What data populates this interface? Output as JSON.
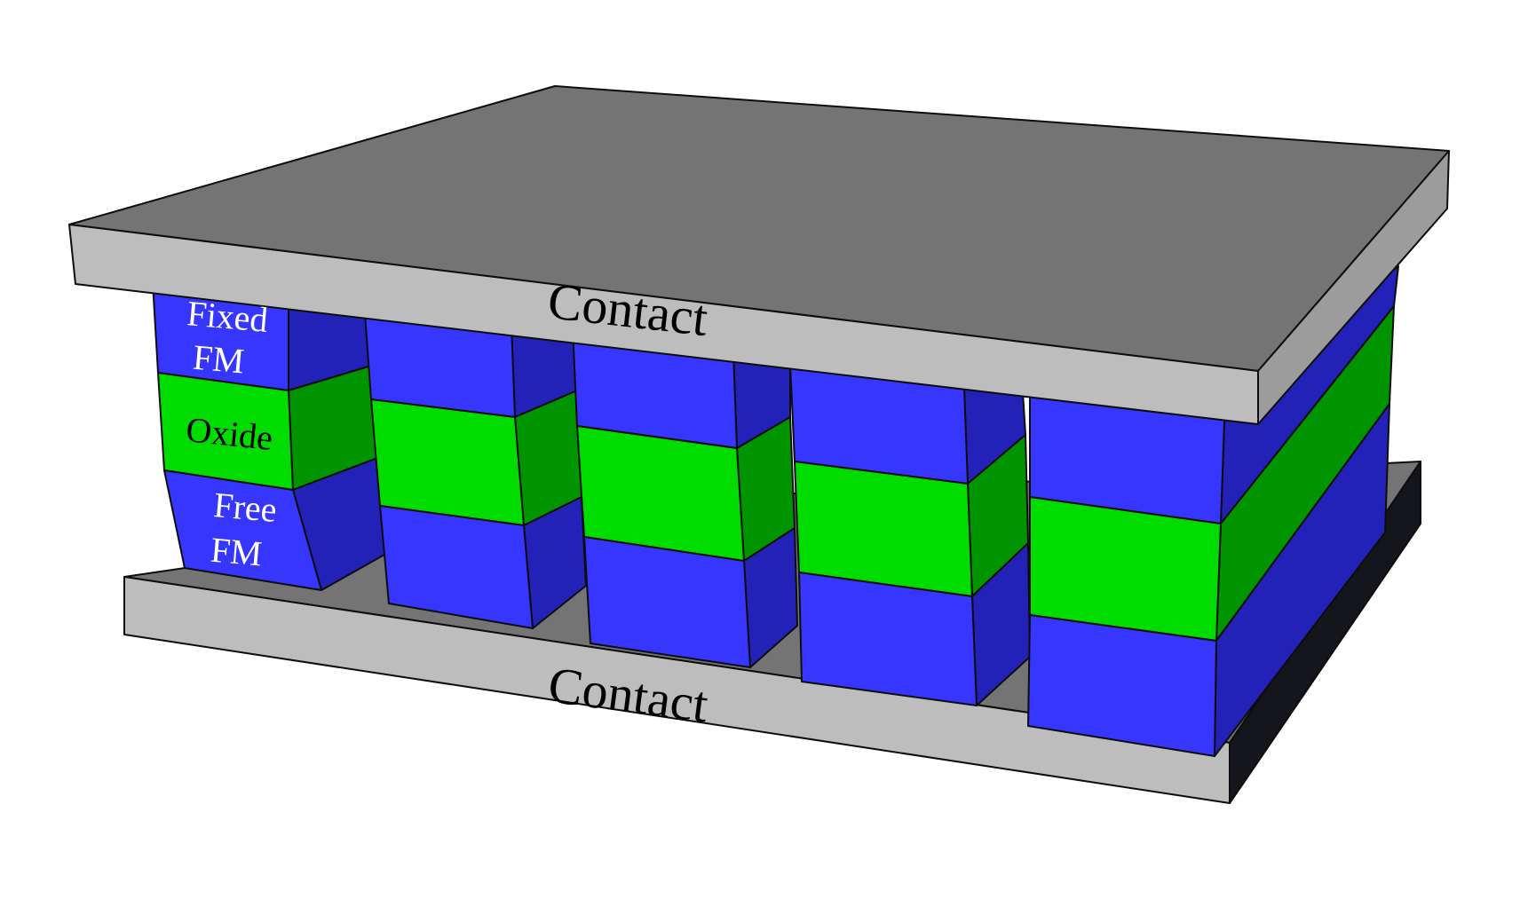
{
  "diagram": {
    "top_contact_label": "Contact",
    "bottom_contact_label": "Contact",
    "fixed_label_line1": "Fixed",
    "fixed_label_line2": "FM",
    "oxide_label": "Oxide",
    "free_label_line1": "Free",
    "free_label_line2": "FM",
    "pillar_count": 5
  },
  "colors": {
    "fm_front": "#3636ff",
    "fm_side": "#2222b8",
    "oxide_front": "#00dc00",
    "oxide_side": "#009400",
    "contact_top": "#747474",
    "contact_front": "#bdbdbd",
    "contact_side": "#9c9c9c",
    "contact_dark_side": "#15151c",
    "label_dark": "#000000",
    "label_light": "#ffffff"
  }
}
